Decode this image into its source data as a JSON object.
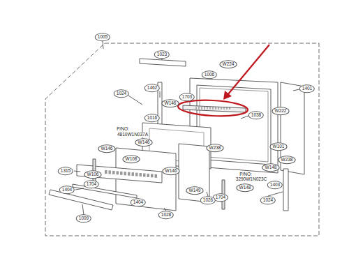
{
  "diagram": {
    "labels": [
      "1005",
      "1023",
      "W224",
      "1006",
      "1401",
      "1462",
      "1024",
      "1703",
      "W146",
      "W222",
      "1038",
      "1016",
      "P/NO:",
      "4810W1N037A",
      "W146",
      "W238",
      "W101",
      "W146",
      "W108",
      "W238",
      "W148",
      "1315",
      "W146",
      "W106",
      "P/NO:",
      "3290W1N023C",
      "1704",
      "W148",
      "1403",
      "1404",
      "W149",
      "1704",
      "1026",
      "1024",
      "1404",
      "1028",
      "1009"
    ]
  }
}
